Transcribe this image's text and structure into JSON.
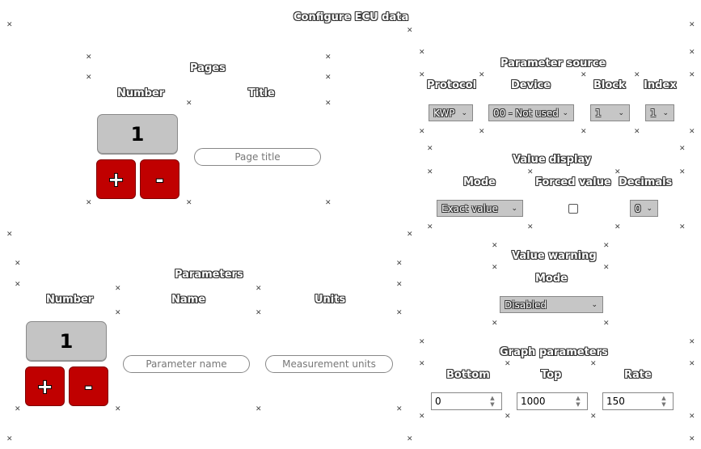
{
  "title": "Configure ECU data",
  "pages": {
    "heading": "Pages",
    "number_label": "Number",
    "title_label": "Title",
    "number_value": "1",
    "plus": "+",
    "minus": "-",
    "title_placeholder": "Page title"
  },
  "parameters": {
    "heading": "Parameters",
    "number_label": "Number",
    "name_label": "Name",
    "units_label": "Units",
    "number_value": "1",
    "plus": "+",
    "minus": "-",
    "name_placeholder": "Parameter name",
    "units_placeholder": "Measurement units"
  },
  "parameter_source": {
    "heading": "Parameter source",
    "protocol_label": "Protocol",
    "device_label": "Device",
    "block_label": "Block",
    "index_label": "Index",
    "protocol_value": "KWP",
    "device_value": "00 - Not used",
    "block_value": "1",
    "index_value": "1"
  },
  "value_display": {
    "heading": "Value display",
    "mode_label": "Mode",
    "forced_label": "Forced value",
    "decimals_label": "Decimals",
    "mode_value": "Exact value",
    "decimals_value": "0"
  },
  "value_warning": {
    "heading": "Value warning",
    "mode_label": "Mode",
    "mode_value": "Disabled"
  },
  "graph_parameters": {
    "heading": "Graph parameters",
    "bottom_label": "Bottom",
    "top_label": "Top",
    "rate_label": "Rate",
    "bottom_value": "0",
    "top_value": "1000",
    "rate_value": "150"
  },
  "icons": {
    "corner": "resize-corner-icon",
    "chevron": "chevron-down-icon",
    "spinner": "spinner-arrows-icon"
  },
  "colors": {
    "red_button": "#c00000",
    "grey_box": "#c4c4c4"
  }
}
